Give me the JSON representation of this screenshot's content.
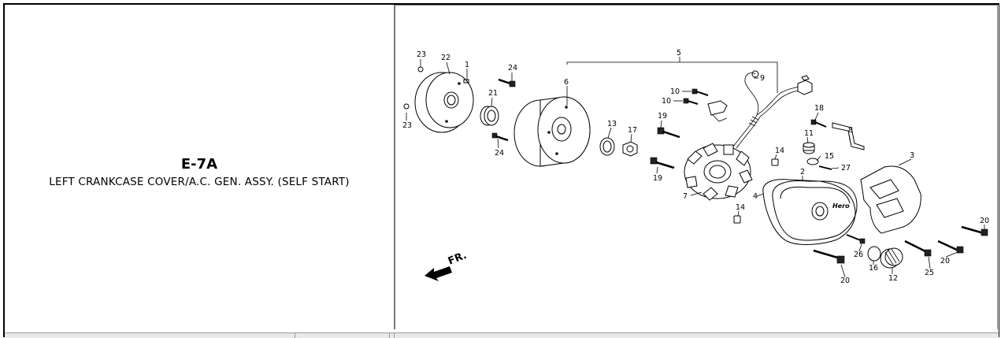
{
  "diagram": {
    "code": "E-7A",
    "title": "LEFT CRANKCASE COVER/A.C. GEN. ASSY. (SELF START)",
    "direction_label": "FR.",
    "logo_text": "Hero",
    "callouts": [
      "23",
      "22",
      "1",
      "24",
      "21",
      "23",
      "24",
      "6",
      "5",
      "9",
      "10",
      "10",
      "19",
      "13",
      "17",
      "19",
      "7",
      "14",
      "18",
      "11",
      "8",
      "15",
      "27",
      "3",
      "2",
      "4",
      "14",
      "20",
      "26",
      "16",
      "12",
      "25",
      "20",
      "20"
    ]
  }
}
